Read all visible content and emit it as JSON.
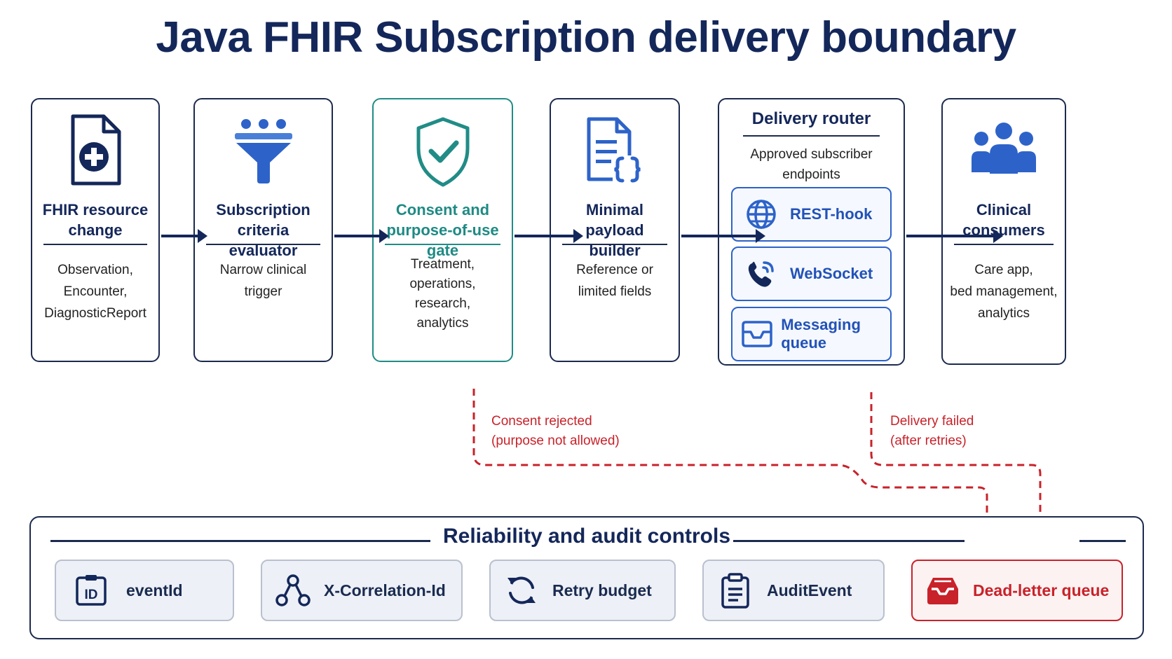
{
  "title": "Java FHIR Subscription delivery boundary",
  "stages": [
    {
      "title": "FHIR resource change",
      "desc": [
        "Observation,",
        "Encounter,",
        "DiagnosticReport"
      ],
      "icon": "document-plus-icon"
    },
    {
      "title": "Subscription criteria evaluator",
      "desc": [
        "Narrow clinical trigger"
      ],
      "icon": "funnel-icon"
    },
    {
      "title": "Consent and purpose-of-use gate",
      "desc": [
        "Treatment,",
        "operations,",
        "research,",
        "analytics"
      ],
      "icon": "shield-check-icon"
    },
    {
      "title": "Minimal payload builder",
      "desc": [
        "Reference or",
        "limited fields"
      ],
      "icon": "document-code-icon"
    },
    {
      "title": "Clinical consumers",
      "desc": [
        "Care app,",
        "bed management,",
        "analytics"
      ],
      "icon": "users-icon"
    }
  ],
  "router": {
    "title": "Delivery router",
    "subtitle": [
      "Approved subscriber",
      "endpoints"
    ],
    "endpoints": [
      {
        "label": "REST-hook",
        "icon": "globe-icon"
      },
      {
        "label": "WebSocket",
        "icon": "phone-signal-icon"
      },
      {
        "label": "Messaging queue",
        "icon": "inbox-icon"
      }
    ]
  },
  "failures": {
    "consent": [
      "Consent rejected",
      "(purpose not allowed)"
    ],
    "delivery": [
      "Delivery failed",
      "(after retries)"
    ]
  },
  "controls": {
    "title": "Reliability and audit controls",
    "items": [
      {
        "label": "eventId",
        "icon": "id-badge-icon"
      },
      {
        "label": "X-Correlation-Id",
        "icon": "nodes-icon"
      },
      {
        "label": "Retry budget",
        "icon": "refresh-icon"
      },
      {
        "label": "AuditEvent",
        "icon": "clipboard-icon"
      },
      {
        "label": "Dead-letter queue",
        "icon": "tray-icon"
      }
    ]
  },
  "colors": {
    "navy": "#14275a",
    "teal": "#218c86",
    "blue": "#2d63c9",
    "red": "#c8222a"
  }
}
